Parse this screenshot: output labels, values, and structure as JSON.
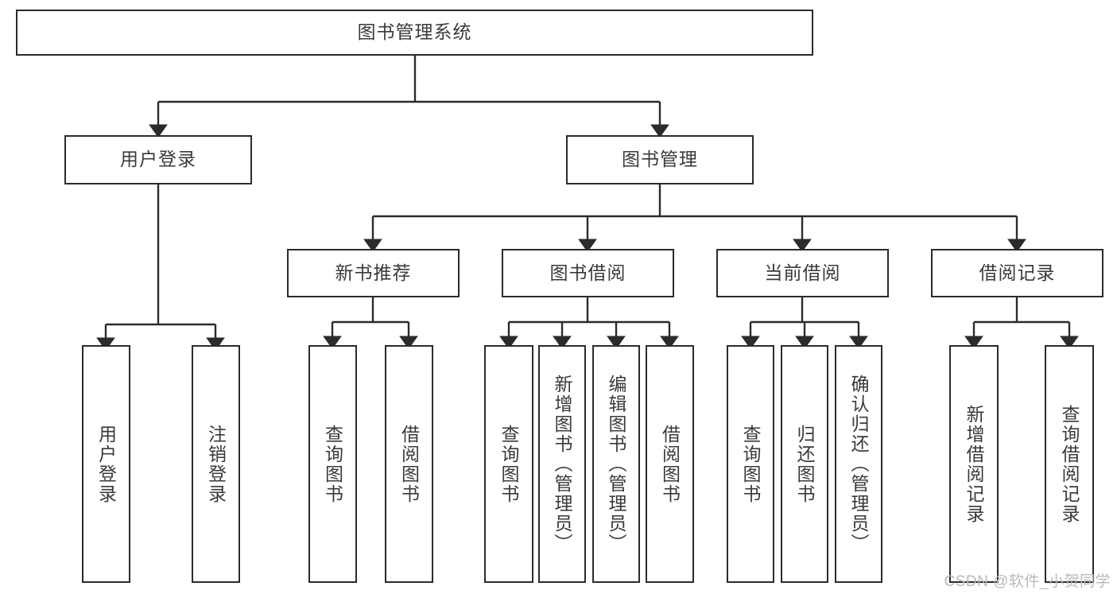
{
  "diagram": {
    "type": "tree-hierarchy-chart",
    "title": "图书管理系统",
    "watermark": "CSDN @软件_小贺同学",
    "colors": {
      "box_border": "#2b2b2b",
      "box_fill": "#ffffff",
      "text": "#3a3a3a",
      "connector": "#2b2b2b",
      "watermark": "#b9b9b9",
      "background": "#ffffff"
    },
    "root": {
      "label": "图书管理系统"
    },
    "level2": [
      {
        "label": "用户登录"
      },
      {
        "label": "图书管理"
      }
    ],
    "level3": [
      {
        "label": "新书推荐"
      },
      {
        "label": "图书借阅"
      },
      {
        "label": "当前借阅"
      },
      {
        "label": "借阅记录"
      }
    ],
    "leaves": {
      "user_login": [
        {
          "label": "用户登录"
        },
        {
          "label": "注销登录"
        }
      ],
      "new_book_recommend": [
        {
          "label": "查询图书"
        },
        {
          "label": "借阅图书"
        }
      ],
      "book_borrow": [
        {
          "label": "查询图书"
        },
        {
          "label": "新增图书（管理员）"
        },
        {
          "label": "编辑图书（管理员）"
        },
        {
          "label": "借阅图书"
        }
      ],
      "current_borrow": [
        {
          "label": "查询图书"
        },
        {
          "label": "归还图书"
        },
        {
          "label": "确认归还（管理员）"
        }
      ],
      "borrow_records": [
        {
          "label": "新增借阅记录"
        },
        {
          "label": "查询借阅记录"
        }
      ]
    }
  }
}
